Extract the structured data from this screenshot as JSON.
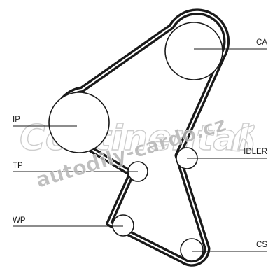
{
  "diagram": {
    "labels": {
      "ca": "CA",
      "ip": "IP",
      "tp": "TP",
      "idler": "IDLER",
      "wp": "WP",
      "cs": "CS"
    }
  },
  "watermarks": {
    "continental": "Continental",
    "site": "autodily-cardo.cz"
  },
  "colors": {
    "belt": "#1a1a1a",
    "line": "#1a1a1a",
    "watermark": "#c8c8c8"
  }
}
